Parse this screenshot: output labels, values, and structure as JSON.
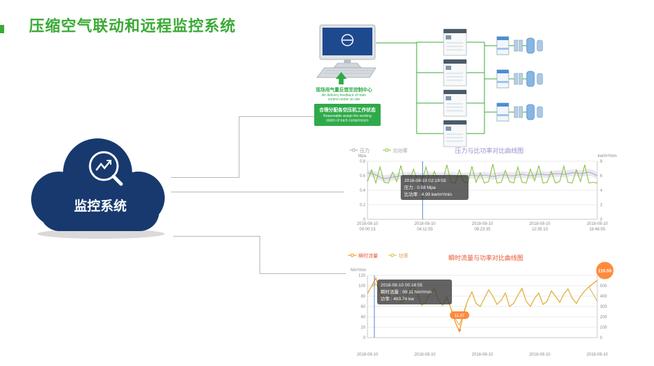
{
  "slide": {
    "title": "压缩空气联动和远程监控系统",
    "colors": {
      "accent_green": "#3aaa35",
      "cloud_navy": "#17396e"
    }
  },
  "cloud": {
    "label": "监控系统"
  },
  "diagram": {
    "feedback_cn": "现场用气量反馈至控制中心",
    "feedback_en_1": "Air delivery feedback of main",
    "feedback_en_2": "control center on site",
    "assign_cn": "合理分配各空压机工作状态",
    "assign_en_1": "Reasonable assign the working",
    "assign_en_2": "states of each compressors"
  },
  "chart_data": [
    {
      "type": "line",
      "title": "压力与比功率对比曲线图",
      "title_color": "#9b8ec8",
      "legend": [
        {
          "label": "压力",
          "color": "#b3a7c9",
          "label_color": "#999999"
        },
        {
          "label": "比功率",
          "color": "#85c440",
          "label_color": "#999999"
        }
      ],
      "y_left": {
        "label": "Mpa",
        "min": 0,
        "max": 0.8,
        "ticks": [
          0,
          0.2,
          0.4,
          0.6,
          0.8
        ]
      },
      "y_right": {
        "label": "kw/m³/min",
        "min": 0,
        "max": 8,
        "ticks": [
          0,
          2,
          4,
          6,
          8
        ]
      },
      "x_labels": [
        [
          "2018-08-10",
          "00:00:15"
        ],
        [
          "2018-08-10",
          "04:11:55"
        ],
        [
          "2018-08-10",
          "08:23:35"
        ],
        [
          "2018-08-10",
          "12:35:15"
        ],
        [
          "2018-08-10",
          "16:46:55"
        ]
      ],
      "series": [
        {
          "name": "压力",
          "axis": "left",
          "color": "#b3a7c9",
          "band_delta": 0.045,
          "band_color": "#e6e2ec",
          "values": [
            0.64,
            0.63,
            0.61,
            0.58,
            0.56,
            0.57,
            0.58,
            0.59,
            0.6,
            0.6,
            0.61,
            0.6,
            0.6,
            0.59,
            0.6,
            0.61,
            0.6,
            0.6,
            0.6,
            0.61,
            0.61,
            0.6,
            0.59,
            0.6,
            0.6,
            0.61,
            0.6,
            0.6,
            0.61,
            0.6,
            0.59,
            0.6,
            0.61,
            0.61,
            0.6,
            0.6,
            0.61,
            0.62,
            0.61,
            0.6,
            0.61,
            0.62,
            0.62,
            0.61,
            0.62,
            0.63,
            0.63,
            0.62,
            0.63,
            0.64,
            0.64,
            0.63,
            0.64,
            0.65,
            0.63,
            0.6
          ]
        },
        {
          "name": "比功率",
          "axis": "right",
          "color": "#85c440",
          "values": [
            5.2,
            6.8,
            5.0,
            7.2,
            5.1,
            5.0,
            6.5,
            5.2,
            7.4,
            5.0,
            5.1,
            6.9,
            5.3,
            5.0,
            7.2,
            5.1,
            6.6,
            5.0,
            5.2,
            7.5,
            5.1,
            5.0,
            6.8,
            5.2,
            5.0,
            7.3,
            5.1,
            6.4,
            5.0,
            5.2,
            7.6,
            5.0,
            5.1,
            6.7,
            5.2,
            5.0,
            7.2,
            5.1,
            5.0,
            6.9,
            5.3,
            7.4,
            5.0,
            5.1,
            6.6,
            5.0,
            5.2,
            7.3,
            5.1,
            5.0,
            6.8,
            5.2,
            7.5,
            5.0,
            5.1,
            4.99
          ]
        }
      ],
      "tooltip": {
        "lines": [
          "2018-08-10 02:19:55",
          "压力 : 0.58 Mpa",
          "比功率 : 4.99 kw/m³/min"
        ]
      },
      "cursor_x_frac": 0.24
    },
    {
      "type": "line",
      "title": "瞬时流量与功率对比曲线图",
      "title_color": "#e8542e",
      "legend": [
        {
          "label": "瞬时流量",
          "color": "#ff8a00",
          "label_color": "#e8542e"
        },
        {
          "label": "功率",
          "color": "#d9b545",
          "label_color": "#cf9f3f"
        }
      ],
      "y_left": {
        "label": "Nm³/min",
        "min": 0,
        "max": 120,
        "ticks": [
          0,
          20,
          40,
          60,
          80,
          100,
          120
        ]
      },
      "y_right": {
        "label": "",
        "min": 0,
        "max": 600,
        "ticks": [
          0,
          100,
          200,
          300,
          400,
          500,
          600
        ]
      },
      "x_labels": [
        [
          "2018-08-10"
        ],
        [
          "2018-08-10"
        ],
        [
          "2018-08-10"
        ],
        [
          "2018-08-10"
        ],
        [
          "2018-08-10"
        ]
      ],
      "series": [
        {
          "name": "瞬时流量",
          "axis": "left",
          "color": "#ff8a00",
          "values": [
            85,
            99.11,
            115,
            88,
            70,
            78,
            95,
            82,
            68,
            74,
            92,
            100,
            84,
            62,
            70,
            85,
            95,
            72,
            62,
            78,
            55,
            30,
            11.87,
            45,
            72,
            88,
            66,
            60,
            76,
            92,
            80,
            64,
            72,
            86,
            60,
            66,
            82,
            95,
            70,
            60,
            76,
            86,
            64,
            70,
            90,
            80,
            68,
            84,
            94,
            76,
            66,
            80,
            90,
            98,
            104,
            110.55
          ]
        },
        {
          "name": "功率",
          "axis": "right",
          "color": "#d9b545",
          "values": [
            430,
            493.74,
            520,
            450,
            360,
            390,
            470,
            410,
            340,
            370,
            460,
            500,
            420,
            310,
            350,
            430,
            470,
            360,
            310,
            390,
            280,
            180,
            120,
            240,
            360,
            440,
            330,
            300,
            380,
            460,
            400,
            320,
            360,
            430,
            300,
            330,
            410,
            470,
            350,
            300,
            380,
            430,
            320,
            350,
            450,
            400,
            340,
            420,
            470,
            380,
            330,
            400,
            450,
            490,
            420,
            350
          ]
        }
      ],
      "tooltip": {
        "lines": [
          "2018-08-10 00:18:55",
          "瞬时流量 : 99.11 Nm³/min",
          "功率 : 493.74 kw"
        ]
      },
      "cursor_x_frac": 0.03,
      "annotations": {
        "end_badge": "110.55",
        "dip_label": "11.87"
      }
    }
  ]
}
